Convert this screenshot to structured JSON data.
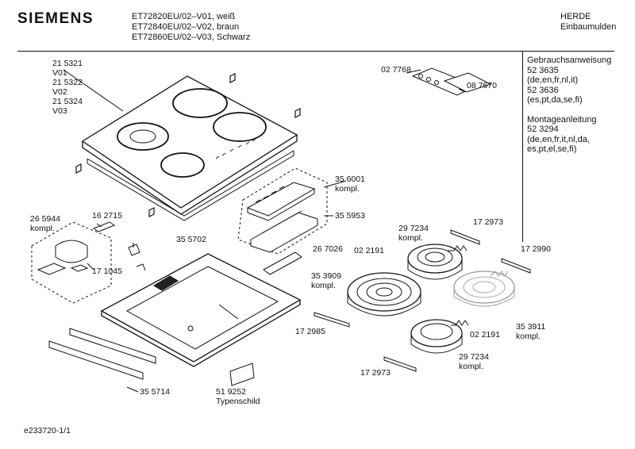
{
  "header": {
    "brand": "SIEMENS",
    "models": [
      "ET72820EU/02–V01, weiß",
      "ET72840EU/02–V02, braun",
      "ET72860EU/02–V03, Schwarz"
    ],
    "category": [
      "HERDE",
      "Einbaumulden"
    ]
  },
  "documents": [
    "Gebrauchsanweisung",
    "52 3635",
    "(de,en,fr,nl,it)",
    "52 3636",
    "(es,pt,da,se,fi)",
    "",
    "Montageanleitung",
    "52 3294",
    "(de,en,fr,it,nl,da,",
    "es,pt,el,se,fi)"
  ],
  "parts": {
    "hob": [
      "21 5321",
      "V01",
      "21 5322",
      "V02",
      "21 5324",
      "V03"
    ],
    "bracket_tool": "02 7768",
    "tool": "08 7670",
    "p356001": [
      "35 6001",
      "kompl."
    ],
    "p355953": "35 5953",
    "p265944": [
      "26 5944",
      "kompl."
    ],
    "p162715": "16 2715",
    "p355702": "35 5702",
    "p267026": "26 7026",
    "p171045": "17 1045",
    "p297234_top": [
      "29 7234",
      "kompl."
    ],
    "p172973_top": "17 2973",
    "p172990": "17 2990",
    "p022191_top": "02 2191",
    "p353909": [
      "35 3909",
      "kompl."
    ],
    "p172985": "17 2985",
    "p022191_bottom": "02 2191",
    "p353911": [
      "35 3911",
      "kompl."
    ],
    "p297234_bottom": [
      "29 7234",
      "kompl."
    ],
    "p172973_bottom": "17 2973",
    "p355714": "35 5714",
    "p519252": [
      "51 9252",
      "Typenschild"
    ]
  },
  "footer": "e233720-1/1"
}
